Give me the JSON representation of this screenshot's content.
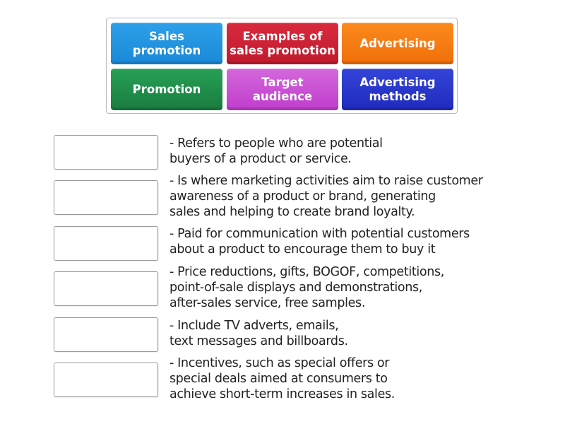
{
  "tiles": [
    {
      "label": "Sales\npromotion",
      "color": "#1f93e0"
    },
    {
      "label": "Examples of\nsales promotion",
      "color": "#cc1f32"
    },
    {
      "label": "Advertising",
      "color": "#f77a10"
    },
    {
      "label": "Promotion",
      "color": "#1e8a48"
    },
    {
      "label": "Target\naudience",
      "color": "#c84fd2"
    },
    {
      "label": "Advertising\nmethods",
      "color": "#2836cc"
    }
  ],
  "descriptions": [
    "- Refers to people who are potential\nbuyers of a product or service.",
    "- Is where marketing activities aim to raise customer\nawareness of a product or brand, generating\nsales and helping to create brand loyalty.",
    "- Paid for communication with potential customers\nabout a product to encourage them to buy it",
    "- Price reductions, gifts, BOGOF, competitions,\npoint-of-sale displays and demonstrations,\nafter-sales service, free samples.",
    "- Include TV adverts, emails,\ntext messages and billboards.",
    "- Incentives, such as special offers or\nspecial deals aimed at consumers to\nachieve short-term increases in sales."
  ]
}
